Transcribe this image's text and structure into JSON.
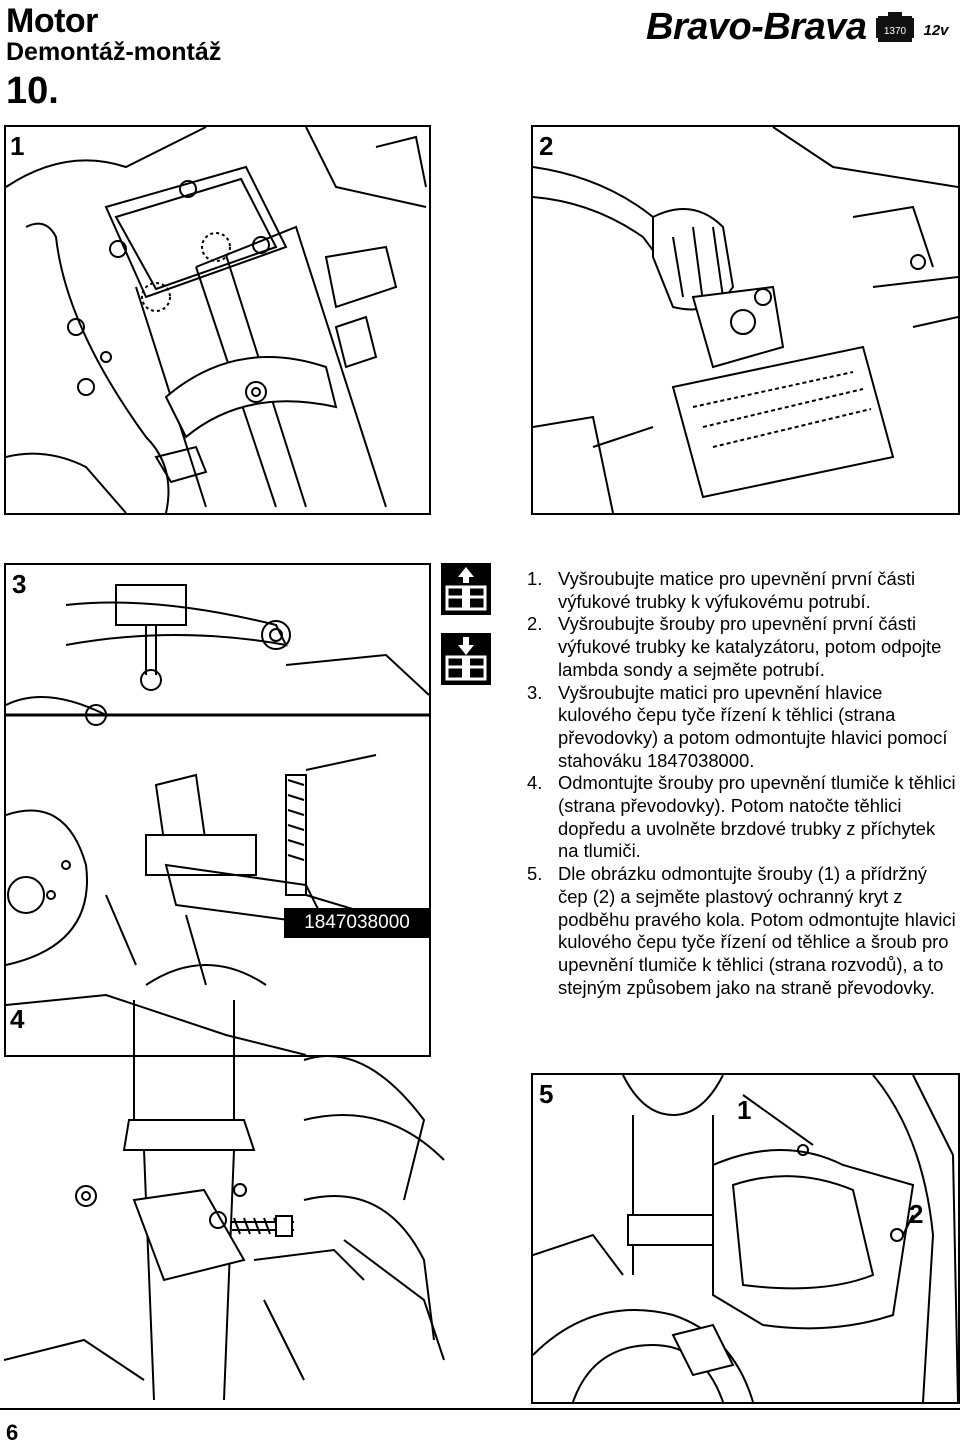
{
  "header": {
    "title": "Motor",
    "subtitle": "Demontáž-montáž",
    "section": "10.",
    "model": "Bravo-Brava",
    "badge_engine": "1370",
    "badge_valves": "12v"
  },
  "panels": {
    "p1": "1",
    "p2": "2",
    "p3": "3",
    "p4": "4",
    "p5": "5",
    "p5_callout_1": "1",
    "p5_callout_2": "2"
  },
  "tool_label": "1847038000",
  "instructions": [
    {
      "n": "1.",
      "text": "Vyšroubujte matice pro upevnění první části výfukové trubky k výfukovému potrubí."
    },
    {
      "n": "2.",
      "text": "Vyšroubujte šrouby pro upevnění první části výfukové trubky ke katalyzátoru, potom odpojte lambda sondy a sejměte potrubí."
    },
    {
      "n": "3.",
      "text": "Vyšroubujte matici pro upevnění hlavice kulového čepu tyče řízení k těhlici (strana převodovky) a potom odmontujte hlavici pomocí stahováku 1847038000."
    },
    {
      "n": "4.",
      "text": "Odmontujte šrouby pro upevnění tlumiče k těhlici (strana převodovky). Potom natočte těhlici dopředu a uvolněte brzdové trubky z příchytek na tlumiči."
    },
    {
      "n": "5.",
      "text": "Dle obrázku odmontujte šrouby (1) a přídržný čep (2) a sejměte plastový ochranný kryt z podběhu pravého kola. Potom odmontujte hlavici kulového čepu tyče řízení od těhlice a šroub pro upevnění tlumiče k těhlici (strana rozvodů), a to stejným způsobem jako na straně převodovky."
    }
  ],
  "footer": {
    "page": "6"
  },
  "icons": {
    "disassemble": "box-arrow-up-icon",
    "assemble": "box-arrow-down-icon"
  }
}
